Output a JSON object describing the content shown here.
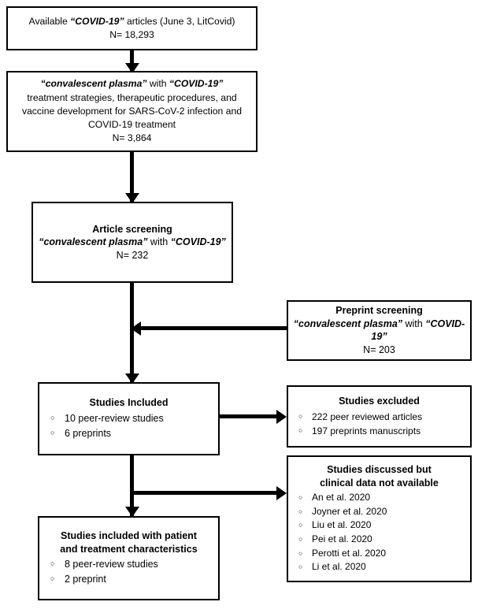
{
  "diagram": {
    "type": "flowchart",
    "title": "Literature selection flow diagram for COVID-19 convalescent plasma studies",
    "line_color": "#000000",
    "box_border_color": "#000000",
    "background_color": "#ffffff"
  },
  "nodes": {
    "available_articles": {
      "line1_a": "Available ",
      "line1_b": "“COVID-19”",
      "line1_c": " articles (June 3, LitCovid)",
      "line2": "N= 18,293"
    },
    "search_query": {
      "line1_a": "“convalescent plasma”",
      "line1_b": " with ",
      "line1_c": "“COVID-19”",
      "line2": "treatment strategies, therapeutic procedures, and",
      "line3": "vaccine development for SARS-CoV-2 infection and",
      "line4": "COVID-19 treatment",
      "line5": "N= 3,864"
    },
    "article_screening": {
      "title": "Article screening",
      "query_a": "“convalescent plasma”",
      "query_b": " with ",
      "query_c": "“COVID-19”",
      "count": "N= 232"
    },
    "preprint_screening": {
      "title": "Preprint screening",
      "query_a": "“convalescent plasma”",
      "query_b": " with ",
      "query_c": "“COVID-19”",
      "count": "N=  203"
    },
    "studies_included": {
      "title": "Studies Included",
      "items": [
        "10 peer-review studies",
        "6 preprints"
      ]
    },
    "studies_excluded": {
      "title": "Studies excluded",
      "items": [
        "222 peer reviewed articles",
        "197 preprints manuscripts"
      ]
    },
    "studies_discussed": {
      "title_line1": "Studies discussed but",
      "title_line2": "clinical data not available",
      "items": [
        "An et al. 2020",
        "Joyner et al. 2020",
        "Liu et al. 2020",
        "Pei et al. 2020",
        "Perotti et al. 2020",
        "Li et al. 2020"
      ]
    },
    "studies_with_characteristics": {
      "title_line1": "Studies included with patient",
      "title_line2": "and treatment characteristics",
      "items": [
        "8 peer-review studies",
        "2 preprint"
      ]
    }
  },
  "connectors": [
    {
      "name": "available-to-query",
      "direction": "down"
    },
    {
      "name": "query-to-article-screening",
      "direction": "down"
    },
    {
      "name": "article-screening-to-studies-included",
      "direction": "down"
    },
    {
      "name": "preprint-screening-to-main-flow",
      "direction": "left"
    },
    {
      "name": "studies-included-to-studies-excluded",
      "direction": "right"
    },
    {
      "name": "main-flow-to-studies-discussed",
      "direction": "right"
    },
    {
      "name": "studies-included-to-characteristics",
      "direction": "down"
    }
  ]
}
